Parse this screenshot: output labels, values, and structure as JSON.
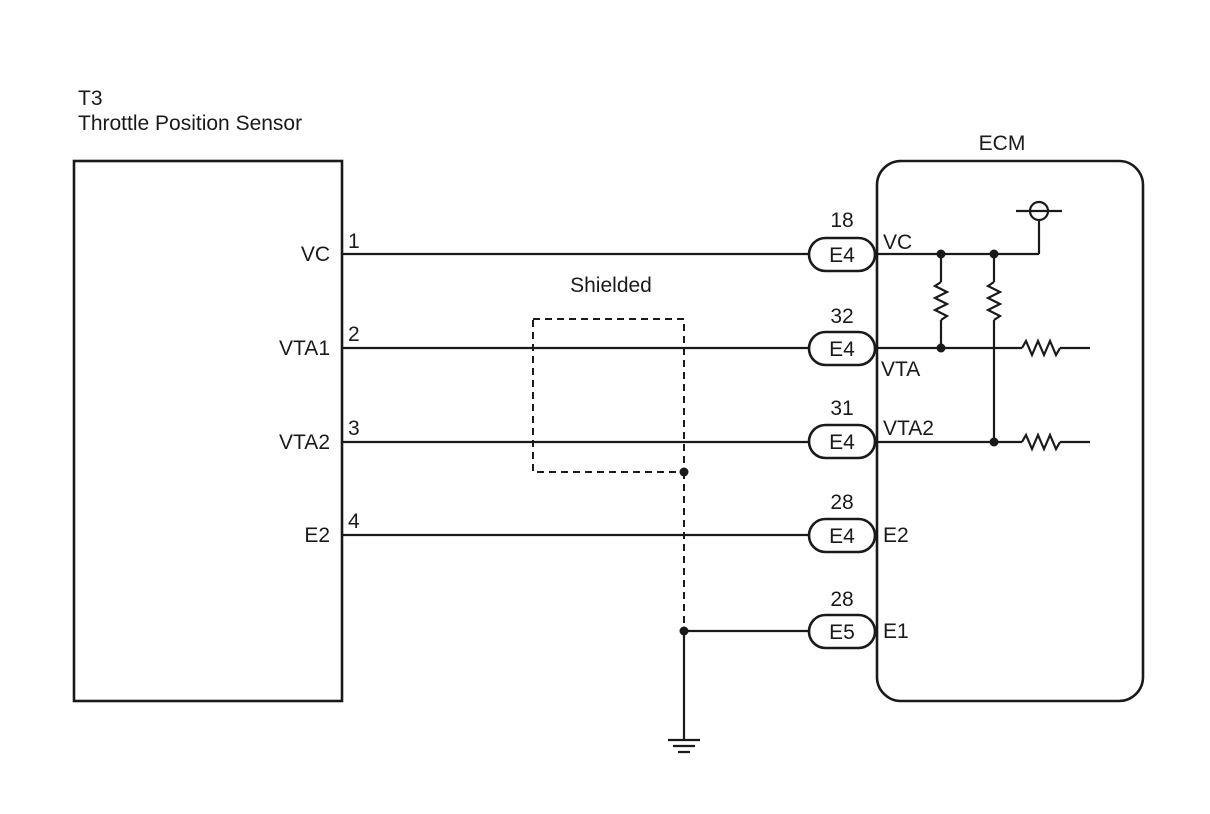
{
  "sensor": {
    "code": "T3",
    "name": "Throttle Position Sensor",
    "pins": [
      {
        "number": "1",
        "name": "VC"
      },
      {
        "number": "2",
        "name": "VTA1"
      },
      {
        "number": "3",
        "name": "VTA2"
      },
      {
        "number": "4",
        "name": "E2"
      }
    ]
  },
  "ecm": {
    "title": "ECM",
    "connectors": [
      {
        "pin": "18",
        "connector": "E4",
        "terminal": "VC"
      },
      {
        "pin": "32",
        "connector": "E4",
        "terminal": "VTA"
      },
      {
        "pin": "31",
        "connector": "E4",
        "terminal": "VTA2"
      },
      {
        "pin": "28",
        "connector": "E4",
        "terminal": "E2"
      },
      {
        "pin": "28",
        "connector": "E5",
        "terminal": "E1"
      }
    ]
  },
  "shield": {
    "label": "Shielded"
  },
  "icons": [
    "power-supply-icon",
    "resistor-icon",
    "ground-icon",
    "junction-dot-icon"
  ]
}
